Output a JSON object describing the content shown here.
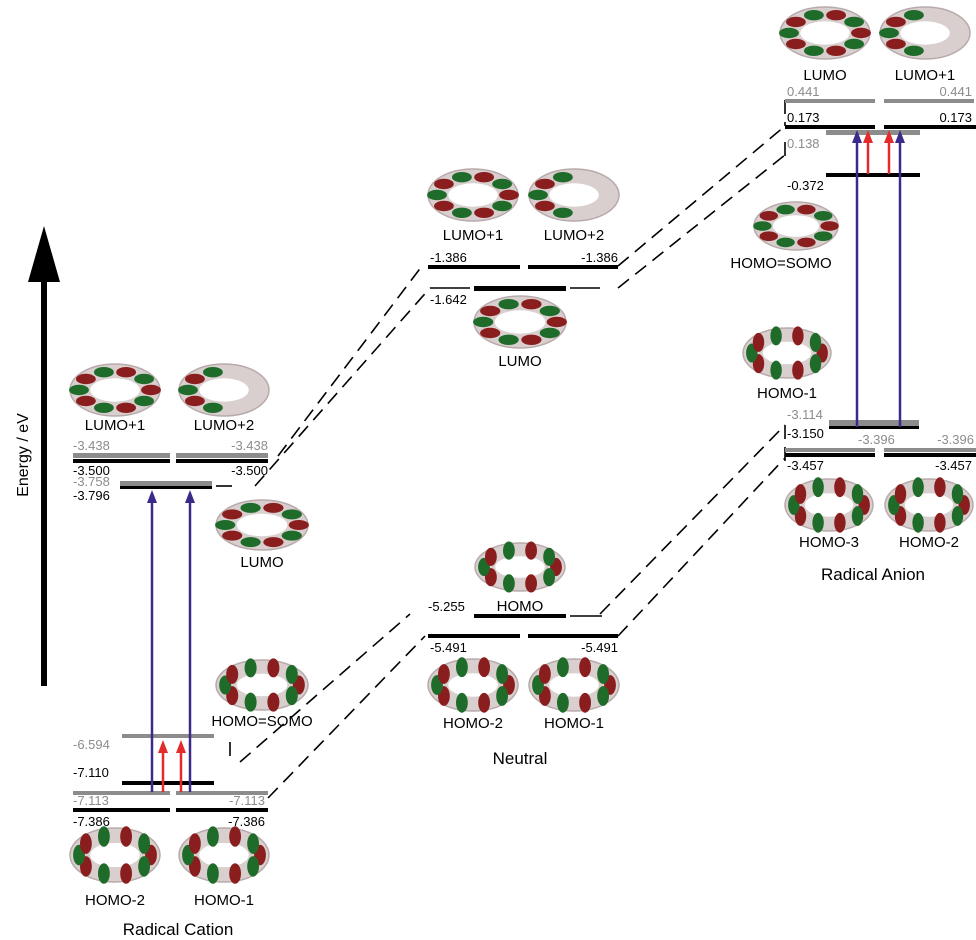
{
  "axis": {
    "label": "Energy / eV"
  },
  "colors": {
    "alpha_level": "#000000",
    "beta_level": "#8c8c8c",
    "blue_arrow": "#3b2a8c",
    "red_arrow": "#e32b2b",
    "lobe_green": "#1f6b2a",
    "lobe_red": "#8a1e1e"
  },
  "panels": {
    "cation": {
      "title": "Radical Cation",
      "orbital_labels": {
        "lumo1": "LUMO+1",
        "lumo2": "LUMO+2",
        "lumo": "LUMO",
        "homo_somo": "HOMO=SOMO",
        "homo2": "HOMO-2",
        "homo1": "HOMO-1"
      },
      "levels": {
        "beta_lumo_left": "-3.438",
        "beta_lumo_right": "-3.438",
        "alpha_lumo_left": "-3.500",
        "alpha_lumo_right": "-3.500",
        "beta_lumo": "-3.758",
        "alpha_lumo": "-3.796",
        "beta_somo": "-6.594",
        "alpha_somo": "-7.110",
        "beta_homo_left": "-7.113",
        "beta_homo_right": "-7.113",
        "alpha_homo_left": "-7.386",
        "alpha_homo_right": "-7.386"
      }
    },
    "neutral": {
      "title": "Neutral",
      "orbital_labels": {
        "lumo1": "LUMO+1",
        "lumo2": "LUMO+2",
        "lumo": "LUMO",
        "homo": "HOMO",
        "homo2": "HOMO-2",
        "homo1": "HOMO-1"
      },
      "levels": {
        "lumo_left": "-1.386",
        "lumo_right": "-1.386",
        "lumo": "-1.642",
        "homo": "-5.255",
        "homo_left": "-5.491",
        "homo_right": "-5.491"
      }
    },
    "anion": {
      "title": "Radical Anion",
      "orbital_labels": {
        "lumo": "LUMO",
        "lumo1": "LUMO+1",
        "homo_somo": "HOMO=SOMO",
        "homo_minus1": "HOMO-1",
        "homo3": "HOMO-3",
        "homo2": "HOMO-2"
      },
      "levels": {
        "beta_lumo_left": "0.441",
        "beta_lumo_right": "0.441",
        "alpha_lumo_left": "0.173",
        "alpha_lumo_right": "0.173",
        "beta_somo": "0.138",
        "alpha_somo": "-0.372",
        "beta_homo1": "-3.114",
        "alpha_homo1": "-3.150",
        "beta_homo_left": "-3.396",
        "beta_homo_right": "-3.396",
        "alpha_homo_left": "-3.457",
        "alpha_homo_right": "-3.457"
      }
    }
  }
}
